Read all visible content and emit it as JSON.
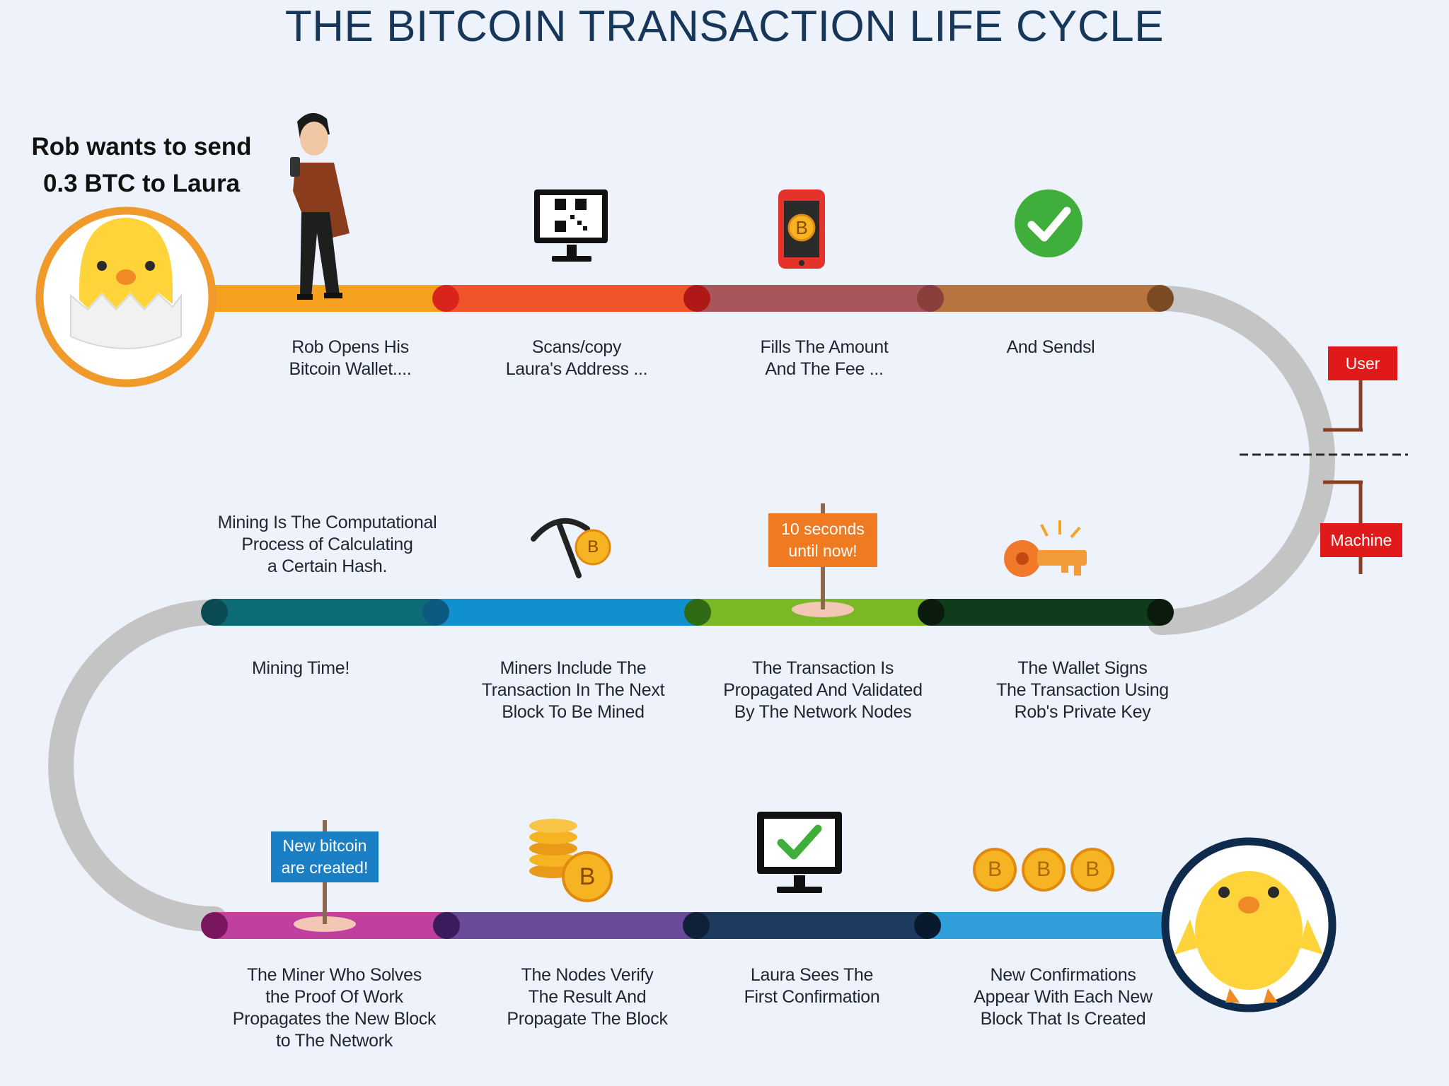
{
  "title": "THE BITCOIN TRANSACTION LIFE CYCLE",
  "intro": "Rob wants to send\n0.3 BTC to Laura",
  "steps": [
    {
      "label": "Rob Opens His\nBitcoin Wallet...."
    },
    {
      "label": "Scans/copy\nLaura's Address ..."
    },
    {
      "label": "Fills The Amount\nAnd The Fee ..."
    },
    {
      "label": "And Sendsl"
    },
    {
      "label": "The Wallet Signs\nThe Transaction Using\nRob's Private Key"
    },
    {
      "label": "The Transaction Is\nPropagated And Validated\nBy The Network Nodes"
    },
    {
      "label": "Miners Include The\nTransaction In The Next\nBlock To Be Mined"
    },
    {
      "label": "Mining Time!"
    },
    {
      "label": "Mining Is The Computational\nProcess of Calculating\na Certain Hash."
    },
    {
      "label": "The Miner Who Solves\nthe Proof Of Work\nPropagates the New Block\nto The Network"
    },
    {
      "label": "The Nodes Verify\nThe Result And\nPropagate The Block"
    },
    {
      "label": "Laura Sees The\nFirst Confirmation"
    },
    {
      "label": "New Confirmations\nAppear With Each New\nBlock That Is Created"
    }
  ],
  "signs": {
    "countdown": "10 seconds\nuntil now!",
    "new_bitcoin": "New bitcoin\nare created!"
  },
  "side_tags": {
    "user": "User",
    "machine": "Machine"
  },
  "icons": {
    "coin_symbol": "B"
  },
  "colors": {
    "row1": [
      "#f5a01e",
      "#f0542a",
      "#a8555c",
      "#b8743f"
    ],
    "row2": [
      "#0d6b78",
      "#1190cf",
      "#7ab826",
      "#0f3d1b"
    ],
    "row3": [
      "#c2409d",
      "#6a4a9b",
      "#1d3a5f",
      "#2f9ed9"
    ],
    "track": "#c4c4c4",
    "tag_red": "#e01a1a",
    "title": "#16375a"
  }
}
